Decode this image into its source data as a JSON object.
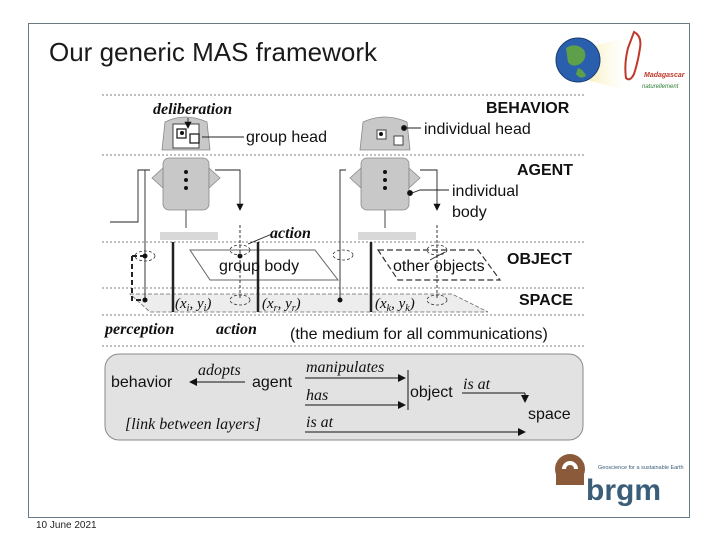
{
  "slide": {
    "title": "Our generic MAS framework",
    "date": "10 June 2021"
  },
  "logos": {
    "madagascar_line1": "Madagascar",
    "madagascar_line2": "naturellement",
    "brgm_tagline": "Geoscience for a sustainable Earth",
    "brgm_name": "brgm"
  },
  "diagram": {
    "deliberation": "deliberation",
    "group_head": "group head",
    "individual_head": "individual head",
    "individual_body_1": "individual",
    "individual_body_2": "body",
    "action_top": "action",
    "group_body": "group body",
    "other_objects": "other objects",
    "layers": {
      "behavior": "BEHAVIOR",
      "agent": "AGENT",
      "object": "OBJECT",
      "space": "SPACE"
    },
    "coords": {
      "c1_pre": "(x",
      "c1_s1": "i",
      "c1_mid": ", y",
      "c1_s2": "i",
      "c1_post": ")",
      "c2_pre": "(x",
      "c2_s1": "r",
      "c2_mid": ", y",
      "c2_s2": "r",
      "c2_post": ")",
      "c3_pre": "(x",
      "c3_s1": "k",
      "c3_mid": ", y",
      "c3_s2": "k",
      "c3_post": ")"
    },
    "perception": "perception",
    "action_bottom": "action",
    "medium": "(the medium for all communications)"
  },
  "legend": {
    "behavior": "behavior",
    "adopts": "adopts",
    "agent": "agent",
    "manipulates": "manipulates",
    "object": "object",
    "has": "has",
    "is_at_top": "is  at",
    "is_at_bottom": "is  at",
    "space": "space",
    "link": "[link between layers]"
  },
  "colors": {
    "figure_gray": "#c8c8c8",
    "legend_bg": "#e2e2e2",
    "frame": "#6a7a84",
    "brgm_brown": "#8a5a3a",
    "brgm_text": "#3a5d7a"
  }
}
